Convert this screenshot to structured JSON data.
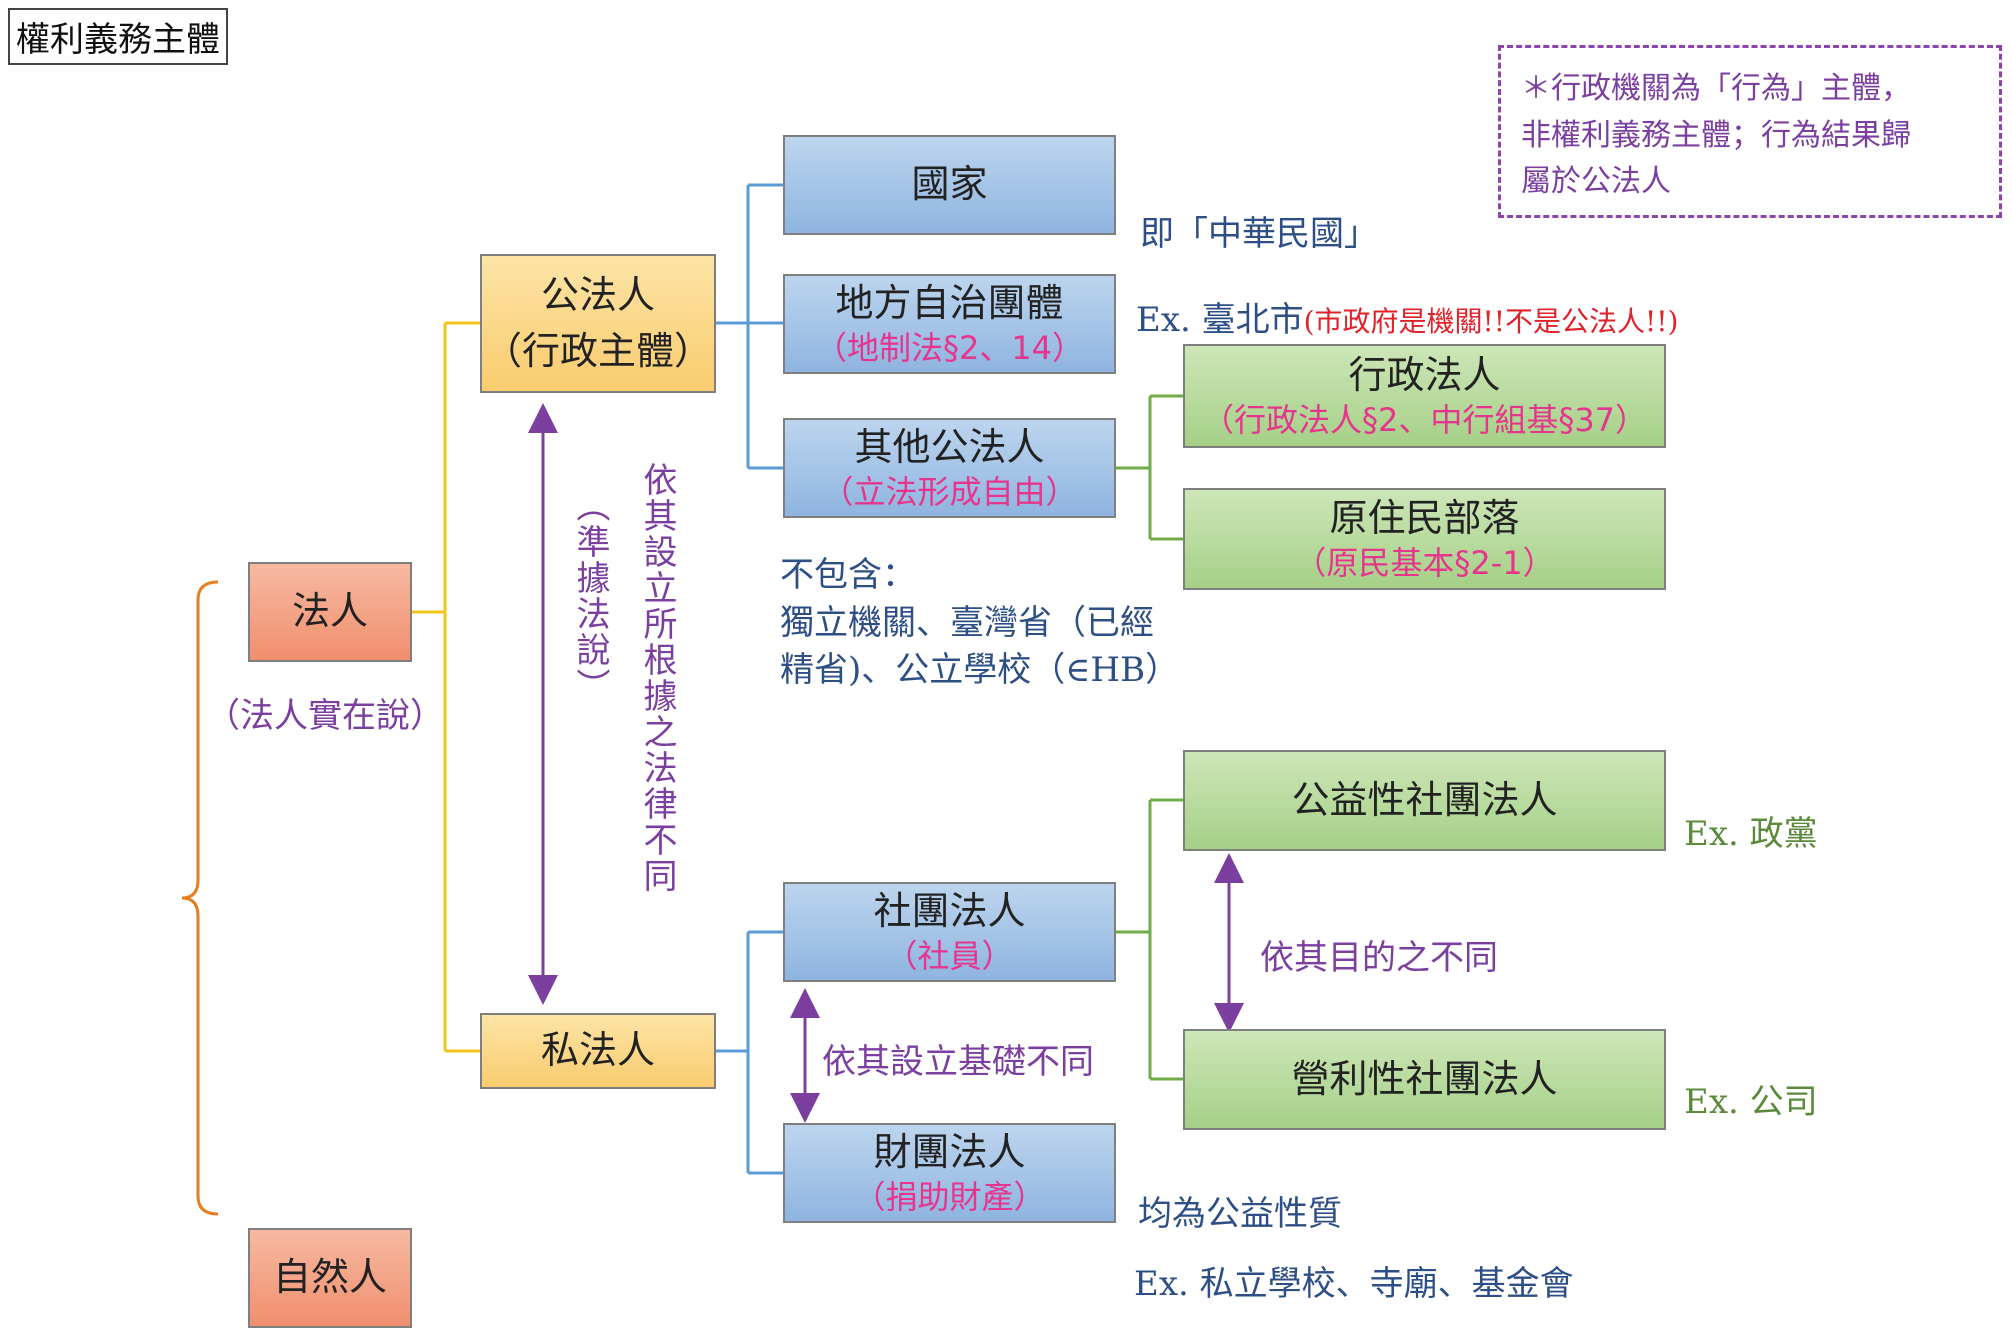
{
  "title": "權利義務主體",
  "note": {
    "line1": "＊行政機關為「行為」主體，",
    "line2": "非權利義務主體；行為結果歸",
    "line3": "屬於公法人"
  },
  "nodes": {
    "legal_person": "法人",
    "legal_person_theory": "（法人實在說）",
    "natural_person": "自然人",
    "public_legal_person": {
      "title": "公法人",
      "sub": "（行政主體）"
    },
    "private_legal_person": "私法人",
    "state": "國家",
    "local_gov": {
      "title": "地方自治團體",
      "sub": "（地制法§2、14）"
    },
    "other_public": {
      "title": "其他公法人",
      "sub": "（立法形成自由）"
    },
    "admin_legal": {
      "title": "行政法人",
      "sub": "（行政法人§2、中行組基§37）"
    },
    "indigenous": {
      "title": "原住民部落",
      "sub": "（原民基本§2-1）"
    },
    "association": {
      "title": "社團法人",
      "sub": "（社員）"
    },
    "foundation": {
      "title": "財團法人",
      "sub": "（捐助財產）"
    },
    "public_interest_assoc": "公益性社團法人",
    "profit_assoc": "營利性社團法人"
  },
  "annotations": {
    "state_note": "即「中華民國」",
    "local_ex": "Ex. 臺北市",
    "local_ex_red": "(市政府是機關!!不是公法人!!)",
    "excl_1": "不包含：",
    "excl_2": "獨立機關、臺灣省（已經",
    "excl_3": "精省)、公立學校（∈HB）",
    "pub_pri_basis": "依其設立所根據之法律不同",
    "pub_pri_theory": "（準據法說）",
    "assoc_found_basis": "依其設立基礎不同",
    "purpose_basis": "依其目的之不同",
    "party_ex": "Ex. 政黨",
    "company_ex": "Ex. 公司",
    "foundation_note": "均為公益性質",
    "foundation_ex": "Ex. 私立學校、寺廟、基金會"
  },
  "colors": {
    "blue_box": "#9dbde6",
    "gold_box": "#fbd47f",
    "salmon_box": "#f4a384",
    "green_box": "#b4d99a",
    "gold_line": "#f0c419",
    "blue_line": "#5b9bd5",
    "green_line": "#70ad47",
    "orange_brace": "#e67e22",
    "purple_arrow": "#7b3fa0"
  }
}
